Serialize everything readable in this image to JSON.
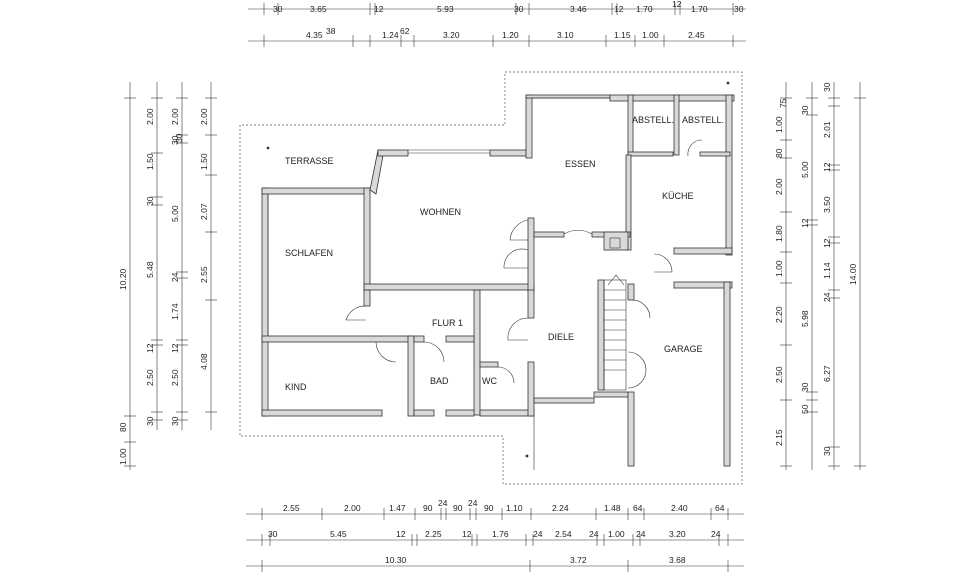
{
  "rooms": {
    "terrasse": "TERRASSE",
    "wohnen": "WOHNEN",
    "essen": "ESSEN",
    "abstell1": "ABSTELL.",
    "abstell2": "ABSTELL.",
    "kueche": "KÜCHE",
    "schlafen": "SCHLAFEN",
    "flur": "FLUR 1",
    "diele": "DIELE",
    "garage": "GARAGE",
    "kind": "KIND",
    "bad": "BAD",
    "wc": "WC"
  },
  "dimensions": {
    "top_row1": [
      "30",
      "3.65",
      "12",
      "5.93",
      "30",
      "3.46",
      "12",
      "1.70",
      "12",
      "1.70",
      "30"
    ],
    "top_row2": [
      "4.35",
      "38",
      "1.24",
      "62",
      "3.20",
      "1.20",
      "3.10",
      "1.15",
      "1.00",
      "2.45"
    ],
    "bottom_row1": [
      "2.55",
      "2.00",
      "1.47",
      "90",
      "24",
      "90",
      "24",
      "90",
      "1.10",
      "2.24",
      "1.48",
      "64",
      "2.40",
      "64"
    ],
    "bottom_row2": [
      "30",
      "5.45",
      "12",
      "2.25",
      "12",
      "1.76",
      "24",
      "2.54",
      "24",
      "1.00",
      "24",
      "3.20",
      "24"
    ],
    "bottom_row3": [
      "10.30",
      "3.72",
      "3.68"
    ],
    "left_col1": [
      "10.20",
      "1.00",
      "80"
    ],
    "left_col2": [
      "2.00",
      "1.50",
      "30",
      "5.48",
      "12",
      "2.50",
      "30"
    ],
    "left_col3": [
      "2.00",
      "30",
      "5.00",
      "24",
      "1.74",
      "12",
      "2.50",
      "30"
    ],
    "left_col4": [
      "30",
      "2.00",
      "1.50",
      "2.07",
      "2.55",
      "4.08"
    ],
    "right_col1": [
      "1.00",
      "80",
      "2.00",
      "1.80",
      "1.00",
      "2.20",
      "2.50",
      "2.15"
    ],
    "right_col2": [
      "75",
      "30",
      "5.00",
      "12",
      "5.98",
      "30",
      "50"
    ],
    "right_col3": [
      "30",
      "2.01",
      "12",
      "3.50",
      "12",
      "1.14",
      "24",
      "6.27",
      "30"
    ],
    "right_col4": [
      "14.00"
    ]
  }
}
